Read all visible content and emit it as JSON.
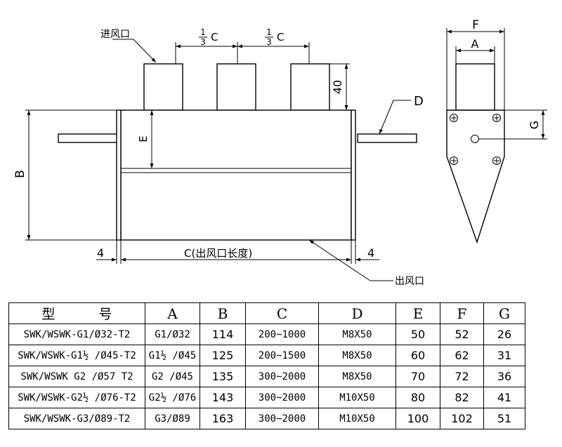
{
  "front_view": {
    "inlet_label": "进风口",
    "outlet_label": "出风口",
    "pitch_numerator": "1",
    "pitch_denominator": "3",
    "pitch_letter": "C",
    "inlet_height": "40",
    "pipe_label": "D",
    "label_B": "B",
    "label_E": "E",
    "length_label": "C(出风口长度)",
    "edge_gap_left": "4",
    "edge_gap_right": "4"
  },
  "side_view": {
    "label_F": "F",
    "label_A": "A",
    "label_G": "G"
  },
  "spec_table": {
    "headers": [
      "型 号",
      "A",
      "B",
      "C",
      "D",
      "E",
      "F",
      "G"
    ],
    "rows": [
      {
        "model": "SWK/WSWK-G1/Ø32-T2",
        "a": "G1/Ø32",
        "b": "114",
        "c": "200~1000",
        "d": "M8X50",
        "e": "50",
        "f": "52",
        "g": "26"
      },
      {
        "model": "SWK/WSWK-G1½ /Ø45-T2",
        "a": "G1½ /Ø45",
        "b": "125",
        "c": "200~1500",
        "d": "M8X50",
        "e": "60",
        "f": "62",
        "g": "31"
      },
      {
        "model": "SWK/WSWK G2 /Ø57 T2",
        "a": "G2 /Ø45",
        "b": "135",
        "c": "300~2000",
        "d": "M8X50",
        "e": "70",
        "f": "72",
        "g": "36"
      },
      {
        "model": "SWK/WSWK-G2½ /Ø76-T2",
        "a": "G2½ /Ø76",
        "b": "143",
        "c": "300~2000",
        "d": "M10X50",
        "e": "80",
        "f": "82",
        "g": "41"
      },
      {
        "model": "SWK/WSWK-G3/Ø89-T2",
        "a": "G3/Ø89",
        "b": "163",
        "c": "300~2000",
        "d": "M10X50",
        "e": "100",
        "f": "102",
        "g": "51"
      }
    ]
  }
}
